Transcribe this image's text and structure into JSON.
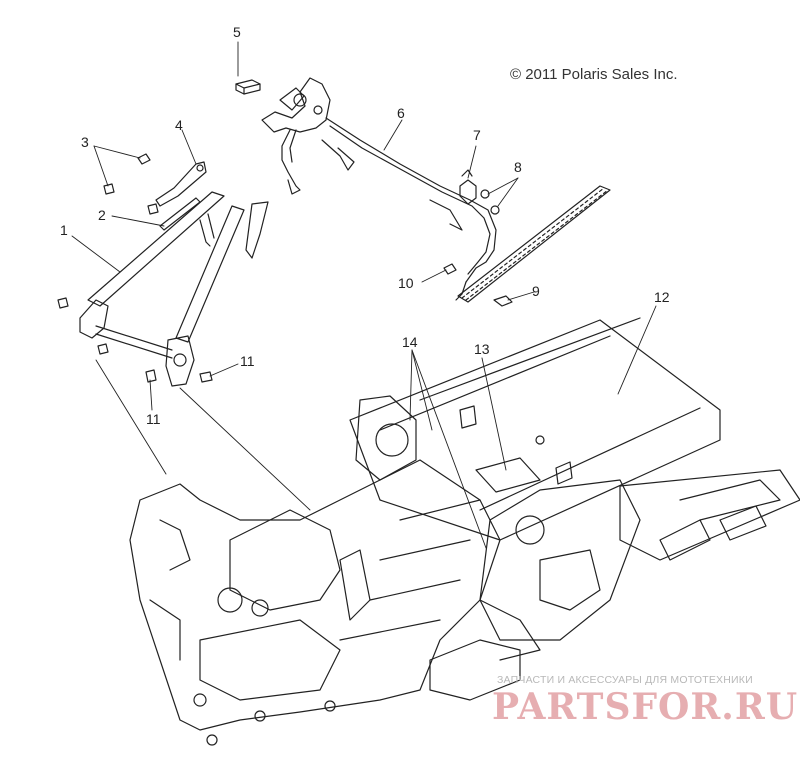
{
  "copyright": "© 2011 Polaris Sales Inc.",
  "callouts": [
    "1",
    "2",
    "3",
    "4",
    "5",
    "6",
    "7",
    "8",
    "9",
    "10",
    "11",
    "11",
    "12",
    "13",
    "14"
  ],
  "watermark": {
    "subtitle": "ЗАПЧАСТИ И АКСЕССУАРЫ ДЛЯ МОТОТЕХНИКИ",
    "brand": "PARTSFOR.RU"
  },
  "colors": {
    "line": "#222222",
    "background": "#ffffff",
    "watermark": "#e2a1a4"
  }
}
